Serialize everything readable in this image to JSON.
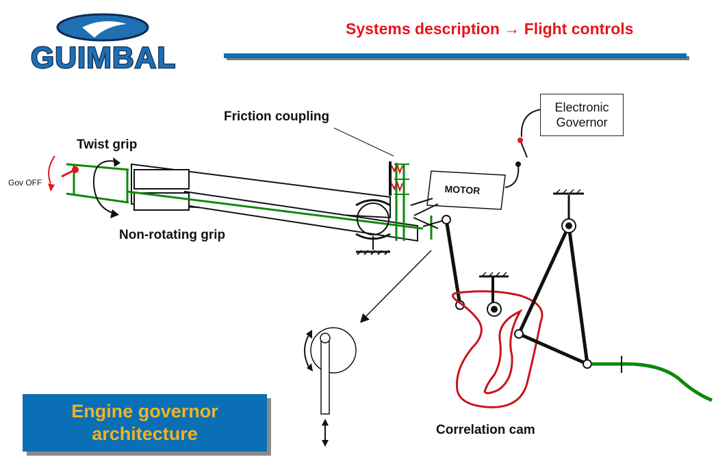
{
  "header": {
    "title_left": "Systems description",
    "arrow": "→",
    "title_right": "Flight controls",
    "color": "#e8141b",
    "bar_color": "#0b6fb6"
  },
  "logo": {
    "text": "GUIMBAL",
    "icon": "guimbal-logo-ellipse-icon"
  },
  "labels": {
    "friction_coupling": "Friction coupling",
    "twist_grip": "Twist grip",
    "gov_off": "Gov OFF",
    "non_rotating_grip": "Non-rotating grip",
    "motor": "MOTOR",
    "electronic_governor": "Electronic\nGovernor",
    "correlation_cam": "Correlation cam"
  },
  "title_box": {
    "text": "Engine governor\narchitecture",
    "bg_color": "#0b6fb6",
    "text_color": "#f0b323"
  },
  "colors": {
    "green": "#0a8a0a",
    "red": "#c8141b",
    "black": "#111111"
  }
}
